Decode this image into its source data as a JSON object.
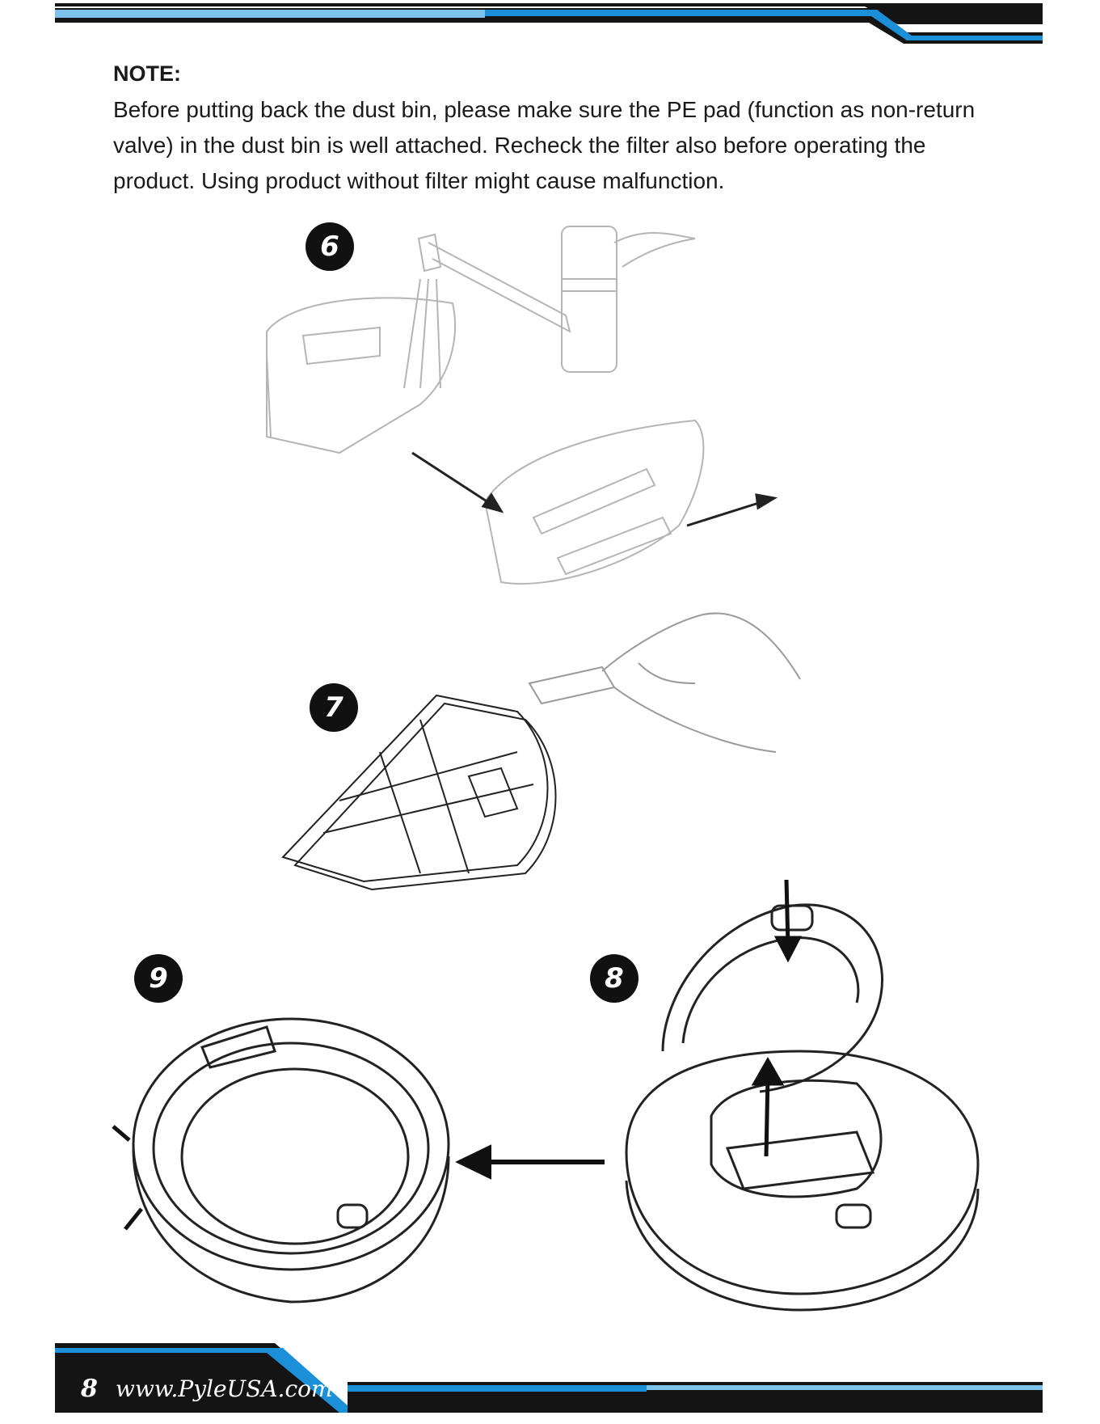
{
  "note": {
    "title": "NOTE:",
    "body": "Before putting back the dust bin, please make sure the PE pad (function as non-return valve) in the dust bin is well attached. Recheck the filter also before operating the product. Using product without filter might cause malfunction."
  },
  "steps": [
    "6",
    "7",
    "8",
    "9"
  ],
  "footer": {
    "page_number": "8",
    "website": "www.PyleUSA.com"
  },
  "colors": {
    "dark": "#141414",
    "blue": "#1b8fd8",
    "light_blue": "#7ec2ec",
    "line": "#222222",
    "faint": "#b5b5b5"
  }
}
